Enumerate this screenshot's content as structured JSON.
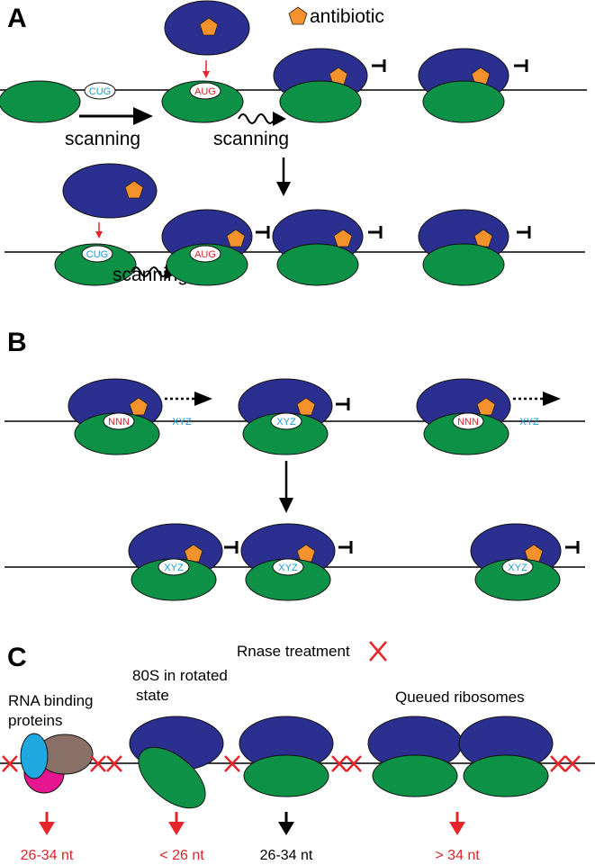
{
  "colors": {
    "large_subunit": "#2b2f8f",
    "small_subunit": "#0c9147",
    "antibiotic": "#f5922b",
    "red": "#e6252b",
    "codon_blue": "#1a9ad7",
    "codon_red": "#d7262b",
    "rbp_cyan": "#20a9e1",
    "rbp_brown": "#8a7168",
    "rbp_magenta": "#e5168f"
  },
  "panels": {
    "a": {
      "label": "A",
      "legend": "antibiotic",
      "codon_cug": "CUG",
      "codon_aug": "AUG",
      "scanning": "scanning"
    },
    "b": {
      "label": "B",
      "codon_nnn": "NNN",
      "codon_xyz": "XYZ"
    },
    "c": {
      "label": "C",
      "rnase_text": "Rnase treatment",
      "rbp_line1": "RNA binding",
      "rbp_line2": "proteins",
      "rot_line1": "80S in rotated",
      "rot_line2": "state",
      "queued": "Queued ribosomes",
      "fp_rbp": "26-34 nt",
      "fp_rot": "< 26 nt",
      "fp_normal": "26-34 nt",
      "fp_queued": "> 34 nt"
    }
  }
}
